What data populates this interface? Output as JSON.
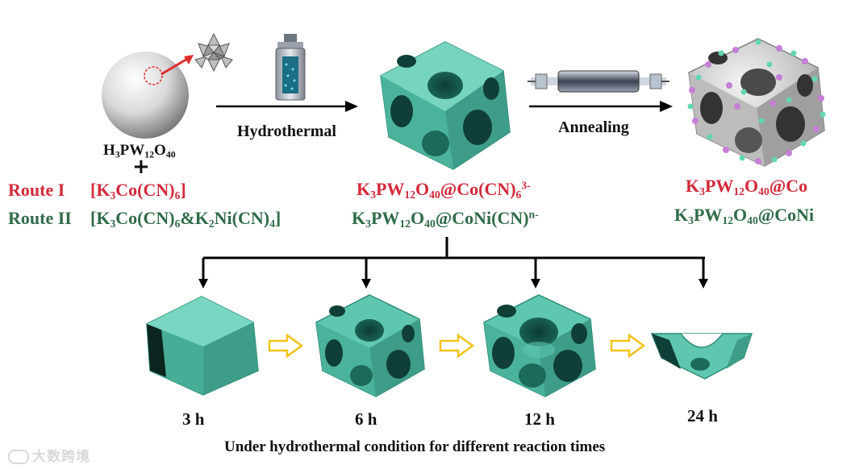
{
  "precursor": {
    "formula_parts": [
      "H",
      "3",
      "PW",
      "12",
      "O",
      "40"
    ],
    "plus": "+",
    "route1_label": "Route I",
    "route1_reagent_parts": [
      "[K",
      "3",
      "Co(CN)",
      "6",
      "]"
    ],
    "route2_label": "Route II",
    "route2_reagent_parts": [
      "[K",
      "3",
      "Co(CN)",
      "6",
      "&K",
      "2",
      "Ni(CN)",
      "4",
      "]"
    ]
  },
  "step1": {
    "label": "Hydrothermal"
  },
  "intermediate": {
    "line1_parts": [
      "K",
      "3",
      "PW",
      "12",
      "O",
      "40",
      "@Co(CN)",
      "6",
      "3-"
    ],
    "line2_parts": [
      "K",
      "3",
      "PW",
      "12",
      "O",
      "40",
      "@CoNi(CN)",
      "n-"
    ]
  },
  "step2": {
    "label": "Annealing"
  },
  "product": {
    "line1_parts": [
      "K",
      "3",
      "PW",
      "12",
      "O",
      "40",
      "@Co"
    ],
    "line2_parts": [
      "K",
      "3",
      "PW",
      "12",
      "O",
      "40",
      "@CoNi"
    ]
  },
  "times": [
    "3 h",
    "6 h",
    "12 h",
    "24 h"
  ],
  "caption": "Under hydrothermal condition for different reaction times",
  "watermark": "大数跨境",
  "colors": {
    "route1": "#d22a3a",
    "route2": "#2f6b48",
    "frame": "#5fc7b0",
    "frame_dark": "#2e8c78",
    "arrow_yellow": "#f2c318",
    "dot_purple": "#c57fd6",
    "dot_teal": "#62d6b5"
  },
  "icons": [
    "sphere-icon",
    "polyoxometalate-cluster-icon",
    "autoclave-icon",
    "tube-furnace-icon",
    "rhombic-dodecahedron-icon",
    "hollow-cage-icon",
    "decorated-cage-icon",
    "yellow-arrow-icon"
  ]
}
